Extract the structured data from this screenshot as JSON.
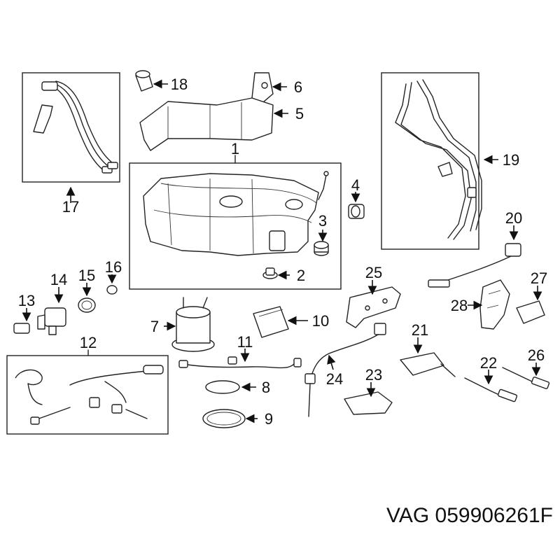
{
  "caption": "VAG 059906261F",
  "callouts": [
    "1",
    "2",
    "3",
    "4",
    "5",
    "6",
    "7",
    "8",
    "9",
    "10",
    "11",
    "12",
    "13",
    "14",
    "15",
    "16",
    "17",
    "18",
    "19",
    "20",
    "21",
    "22",
    "23",
    "24",
    "25",
    "26",
    "27",
    "28"
  ]
}
